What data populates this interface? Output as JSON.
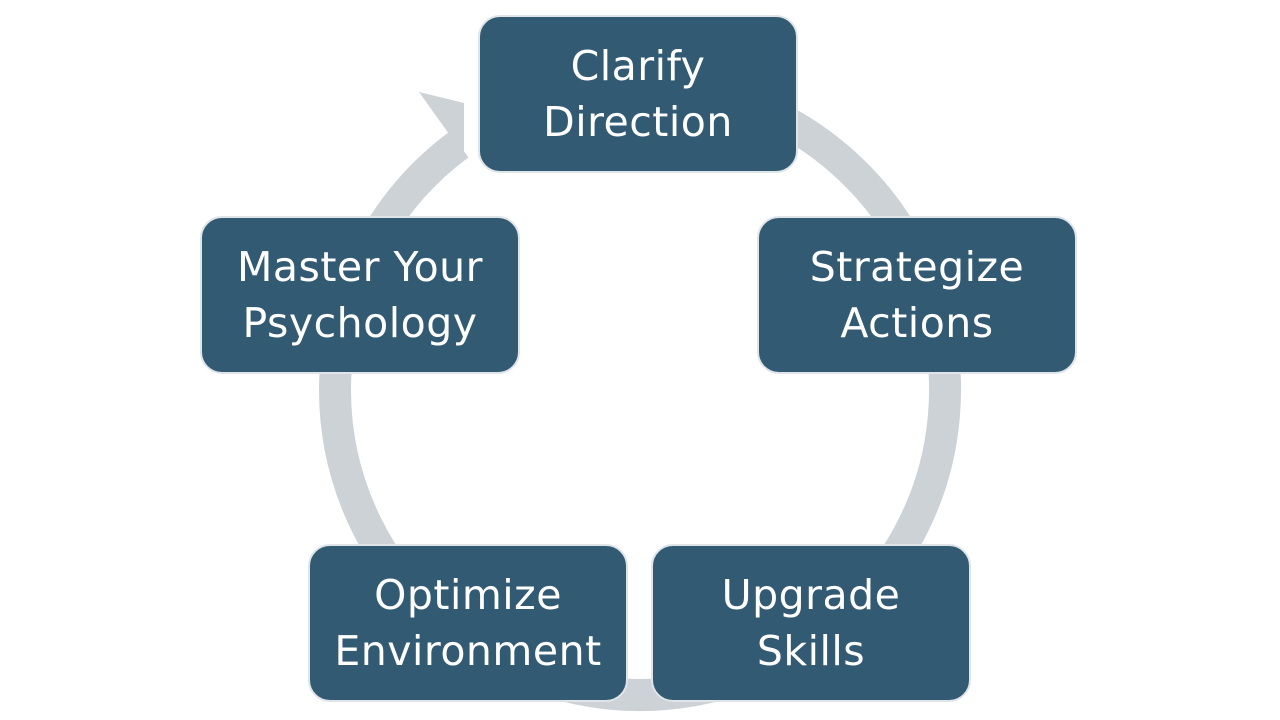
{
  "diagram": {
    "type": "cycle",
    "colors": {
      "box": "#335a73",
      "ring": "#cdd2d7",
      "text": "#ffffff"
    },
    "steps": [
      {
        "line1": "Clarify",
        "line2": "Direction"
      },
      {
        "line1": "Strategize",
        "line2": "Actions"
      },
      {
        "line1": "Upgrade",
        "line2": "Skills"
      },
      {
        "line1": "Optimize",
        "line2": "Environment"
      },
      {
        "line1": "Master Your",
        "line2": "Psychology"
      }
    ]
  }
}
